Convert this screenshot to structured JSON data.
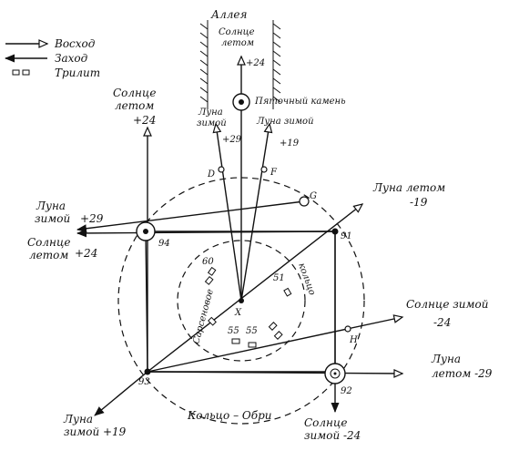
{
  "legend": {
    "sunrise": "Восход",
    "sunset": "Заход",
    "trilithon": "Трилит"
  },
  "labels": {
    "avenue": "Аллея",
    "sun_summer_top": [
      "Солнце",
      "летом"
    ],
    "plus24_top": "+24",
    "heel_stone": "Пяточный камень",
    "moon_winter_left": [
      "Луна",
      "зимой"
    ],
    "moon_winter_right": "Луна зимой",
    "plus29_top": "+29",
    "plus19_top": "+19",
    "sun_summer_left": [
      "Солнце",
      "летом"
    ],
    "plus24_left": "+24",
    "moon_winter_west": [
      "Луна",
      "зимой"
    ],
    "plus29_west": "+29",
    "sun_summer_west": [
      "Солнце",
      "летом"
    ],
    "plus24_west": "+24",
    "moon_summer_ne": [
      "Луна летом",
      "-19"
    ],
    "sun_winter_e": [
      "Солнце зимой",
      "-24"
    ],
    "moon_summer_e": [
      "Луна",
      "летом -29"
    ],
    "moon_winter_sw": [
      "Луна",
      "зимой +19"
    ],
    "sun_winter_s": [
      "Солнце",
      "зимой -24"
    ],
    "letter_D": "D",
    "letter_F": "F",
    "letter_G": "G",
    "letter_H": "H",
    "letter_X": "X",
    "stone_91": "91",
    "stone_92": "92",
    "stone_93": "93",
    "stone_94": "94",
    "stone_51": "51",
    "stone_55a": "55",
    "stone_55b": "55",
    "stone_60": "60",
    "sarsen_circle": "Сарсеновое",
    "ring": "кольцо",
    "aubrey_ring": "Кольцо – Обри"
  }
}
